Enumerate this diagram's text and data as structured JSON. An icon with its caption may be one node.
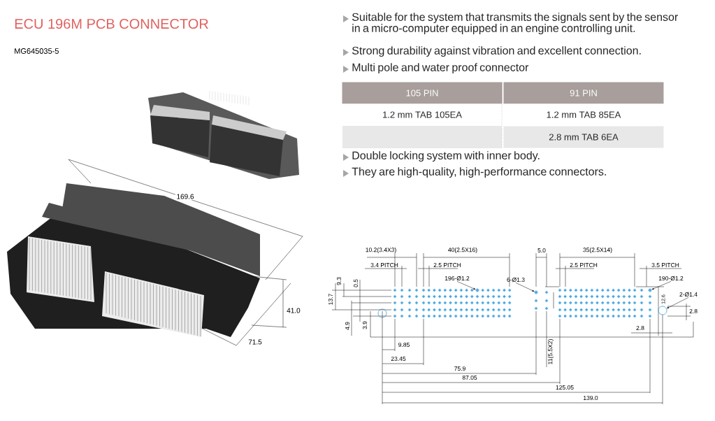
{
  "diagram": {
    "title": "ECU 196M PCB CONNECTOR",
    "nodes": [
      {
        "text": [
          "196-Ø1.2"
        ]
      },
      {
        "text": [],
        "shape": "circle"
      },
      {
        "text": [
          "6-Ø1.3"
        ]
      },
      {
        "text": [],
        "shape": "circle"
      },
      {
        "text": [
          "190-Ø1.2"
        ]
      },
      {
        "text": [],
        "shape": "circle"
      },
      {
        "text": [
          "2-Ø1.4"
        ]
      },
      {
        "text": [],
        "shape": "circle"
      }
    ],
    "edges": [
      {
        "from": 0,
        "to": 1,
        "arrow": "to"
      },
      {
        "from": 2,
        "to": 3,
        "arrow": "to"
      },
      {
        "from": 4,
        "to": 5,
        "arrow": "to"
      },
      {
        "from": 6,
        "to": 7,
        "arrow": "to"
      }
    ],
    "labels": [
      "MG645035-5",
      "Suitable for the system that transmits the signals sent by the sensor in a micro-computer equipped in an engine controlling unit.",
      "Strong durability against vibration and excellent connection.",
      "Multi pole and water proof connector",
      "105 PIN",
      "91 PIN",
      "1.2 mm TAB 105EA",
      "1.2 mm TAB 85EA",
      "2.8 mm TAB 6EA",
      "Double locking system with inner body.",
      "They are high-quality, high-performance connectors.",
      "169.6",
      "41.0",
      "71.5",
      "10.2(3.4X3)",
      "40(2.5X16)",
      "5.0",
      "35(2.5X14)",
      "3.4 PITCH",
      "2.5 PITCH",
      "2.5 PITCH",
      "3.5 PITCH",
      "9.3",
      "0.5",
      "13.7",
      "12.6",
      "2.8",
      "4.9",
      "3.9",
      "2.8",
      "9.85",
      "23.45",
      "11(5.5X2)",
      "75.9",
      "87.05",
      "125.05",
      "139.0"
    ]
  }
}
